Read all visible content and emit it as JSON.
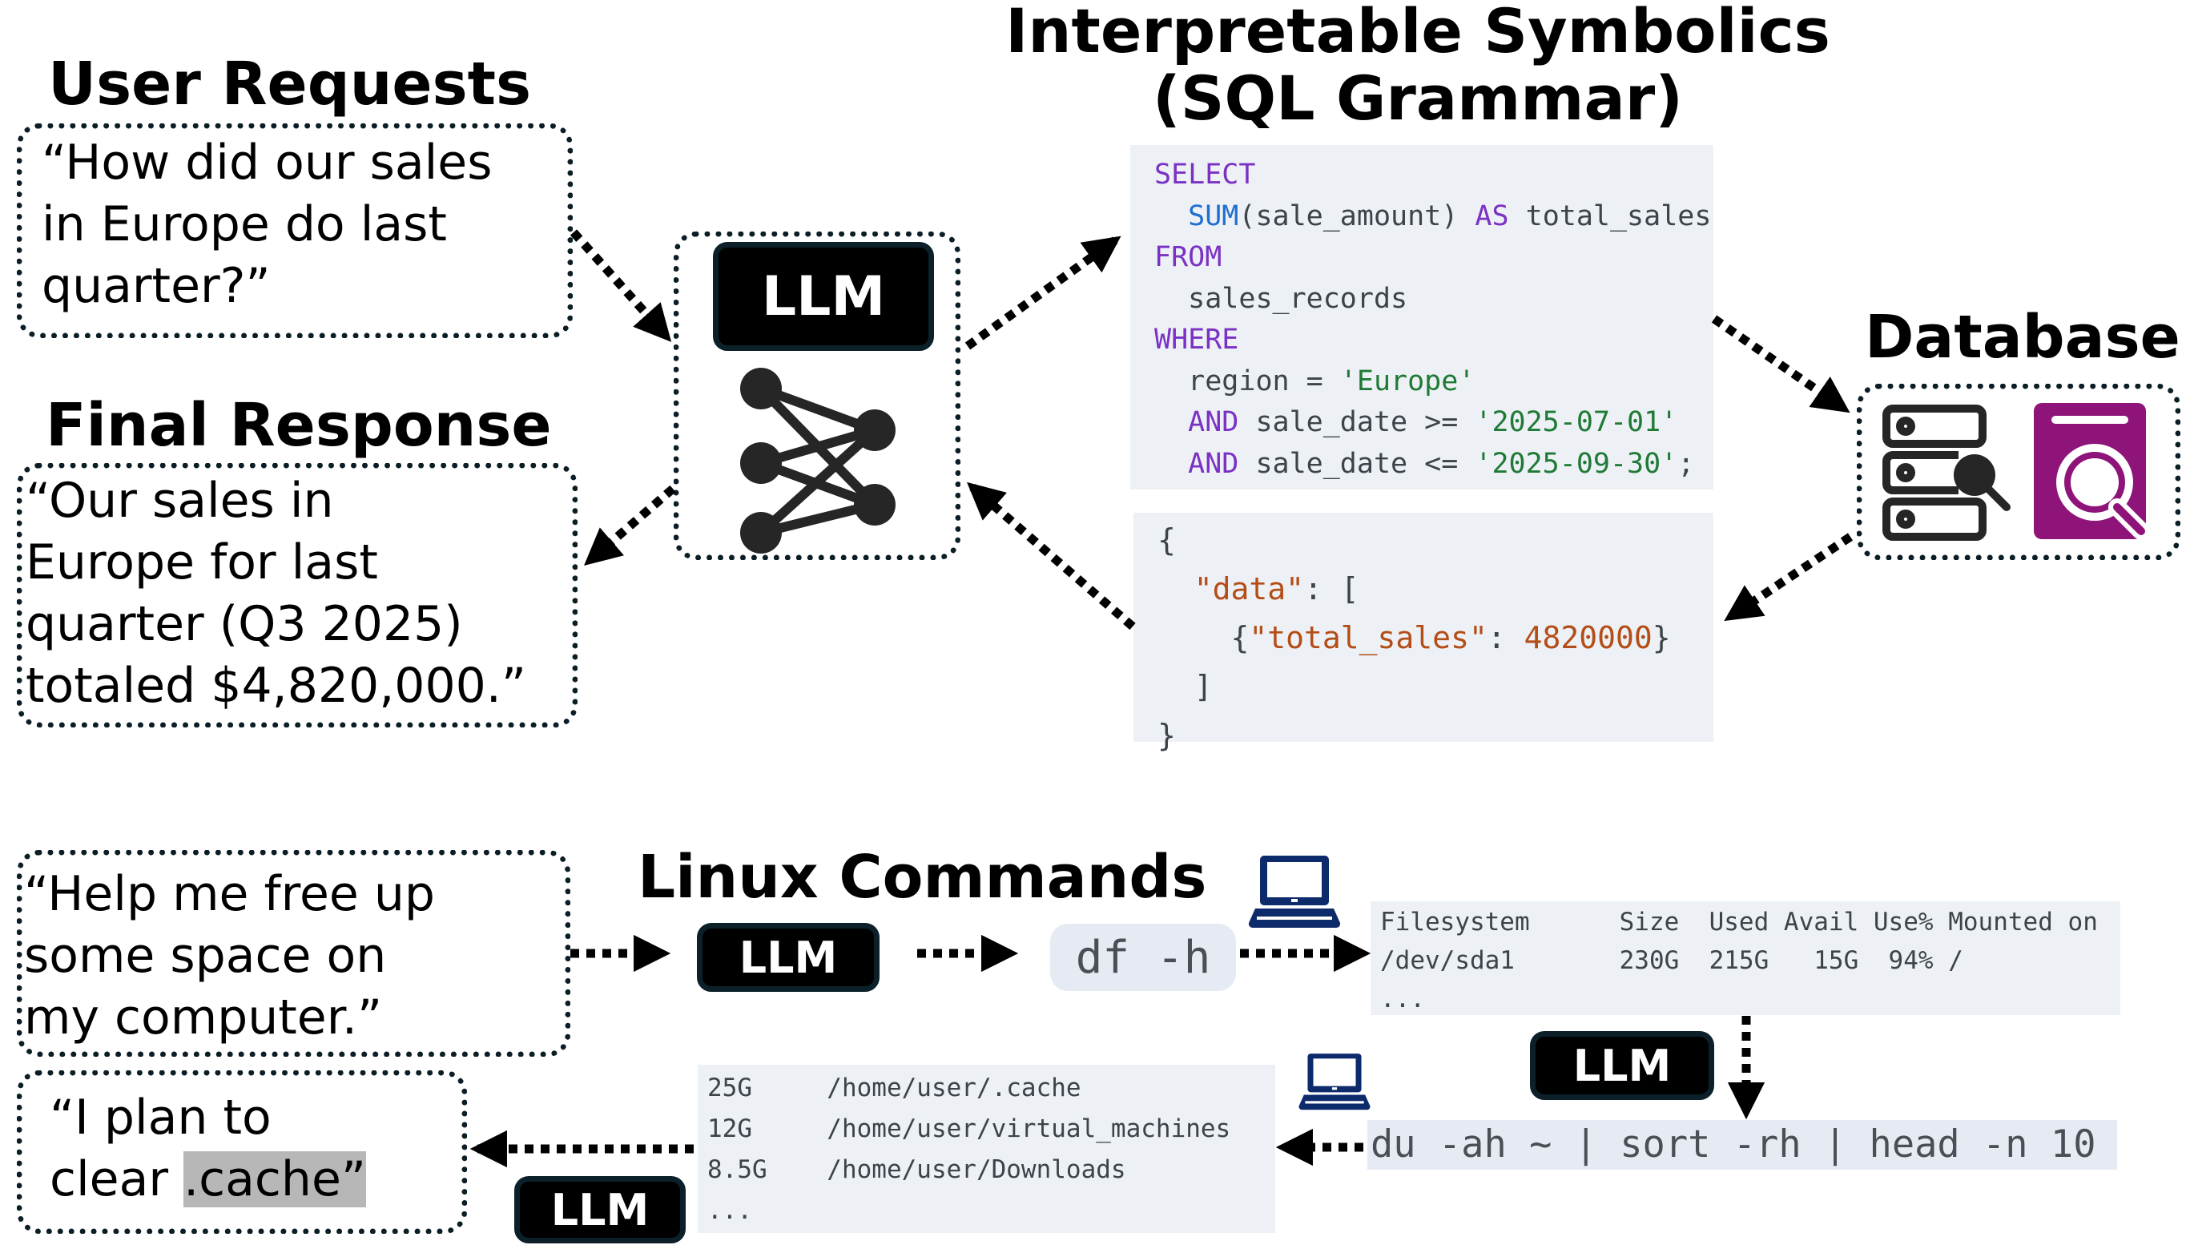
{
  "top": {
    "user_requests_title": "User Requests",
    "user_request_text": [
      "“How did our sales",
      "in Europe do last",
      "quarter?”"
    ],
    "final_response_title": "Final Response",
    "final_response_text": [
      "“Our sales in",
      "Europe for last",
      "quarter (Q3 2025)",
      "totaled $4,820,000.”"
    ],
    "llm_label": "LLM",
    "symbolics_title_line1": "Interpretable Symbolics",
    "symbolics_title_line2": "(SQL Grammar)",
    "sql": {
      "select": "SELECT",
      "sum_fn": "SUM",
      "sum_arg": "(sale_amount) ",
      "as_kw": "AS",
      "alias": " total_sales",
      "from": "FROM",
      "table": "sales_records",
      "where": "WHERE",
      "region_lhs": "region = ",
      "region_val": "'Europe'",
      "and1": "AND",
      "cond1": " sale_date >= ",
      "date1": "'2025-07-01'",
      "and2": "AND",
      "cond2": " sale_date <= ",
      "date2": "'2025-09-30'",
      "semicolon": ";"
    },
    "json_result": {
      "open_brace": "{",
      "data_key": "\"data\"",
      "data_sep": ": [",
      "item_open": "{",
      "item_key": "\"total_sales\"",
      "item_sep": ": ",
      "item_value": "4820000",
      "item_close": "}",
      "close_bracket": "]",
      "close_brace": "}"
    },
    "database_title": "Database"
  },
  "bottom": {
    "linux_title": "Linux Commands",
    "user_request_text": [
      "“Help me free up",
      "some space on",
      "my computer.”"
    ],
    "llm_label": "LLM",
    "cmd1": "df -h",
    "df_output": [
      "Filesystem      Size  Used Avail Use% Mounted on",
      "/dev/sda1       230G  215G   15G  94% /",
      "..."
    ],
    "cmd2": "du -ah ~ | sort -rh | head -n 10",
    "du_output": [
      "25G     /home/user/.cache",
      "12G     /home/user/virtual_machines",
      "8.5G    /home/user/Downloads",
      "..."
    ],
    "final_text_line1": "“I plan to",
    "final_text_line2_prefix": "clear ",
    "final_text_highlight": ".cache”"
  },
  "colors": {
    "code_bg": "#edf1f6",
    "keyword": "#7b31c4",
    "function": "#1f6fd1",
    "string": "#1f7a35",
    "json_value": "#b44d16",
    "db_icon_accent": "#8e1479",
    "laptop_icon": "#0d2a6b",
    "highlight": "#b7b7b7"
  },
  "icons": {
    "neural_net": "neural-network-icon",
    "server_search": "server-search-icon",
    "db_search": "database-search-icon",
    "laptop": "laptop-icon"
  }
}
